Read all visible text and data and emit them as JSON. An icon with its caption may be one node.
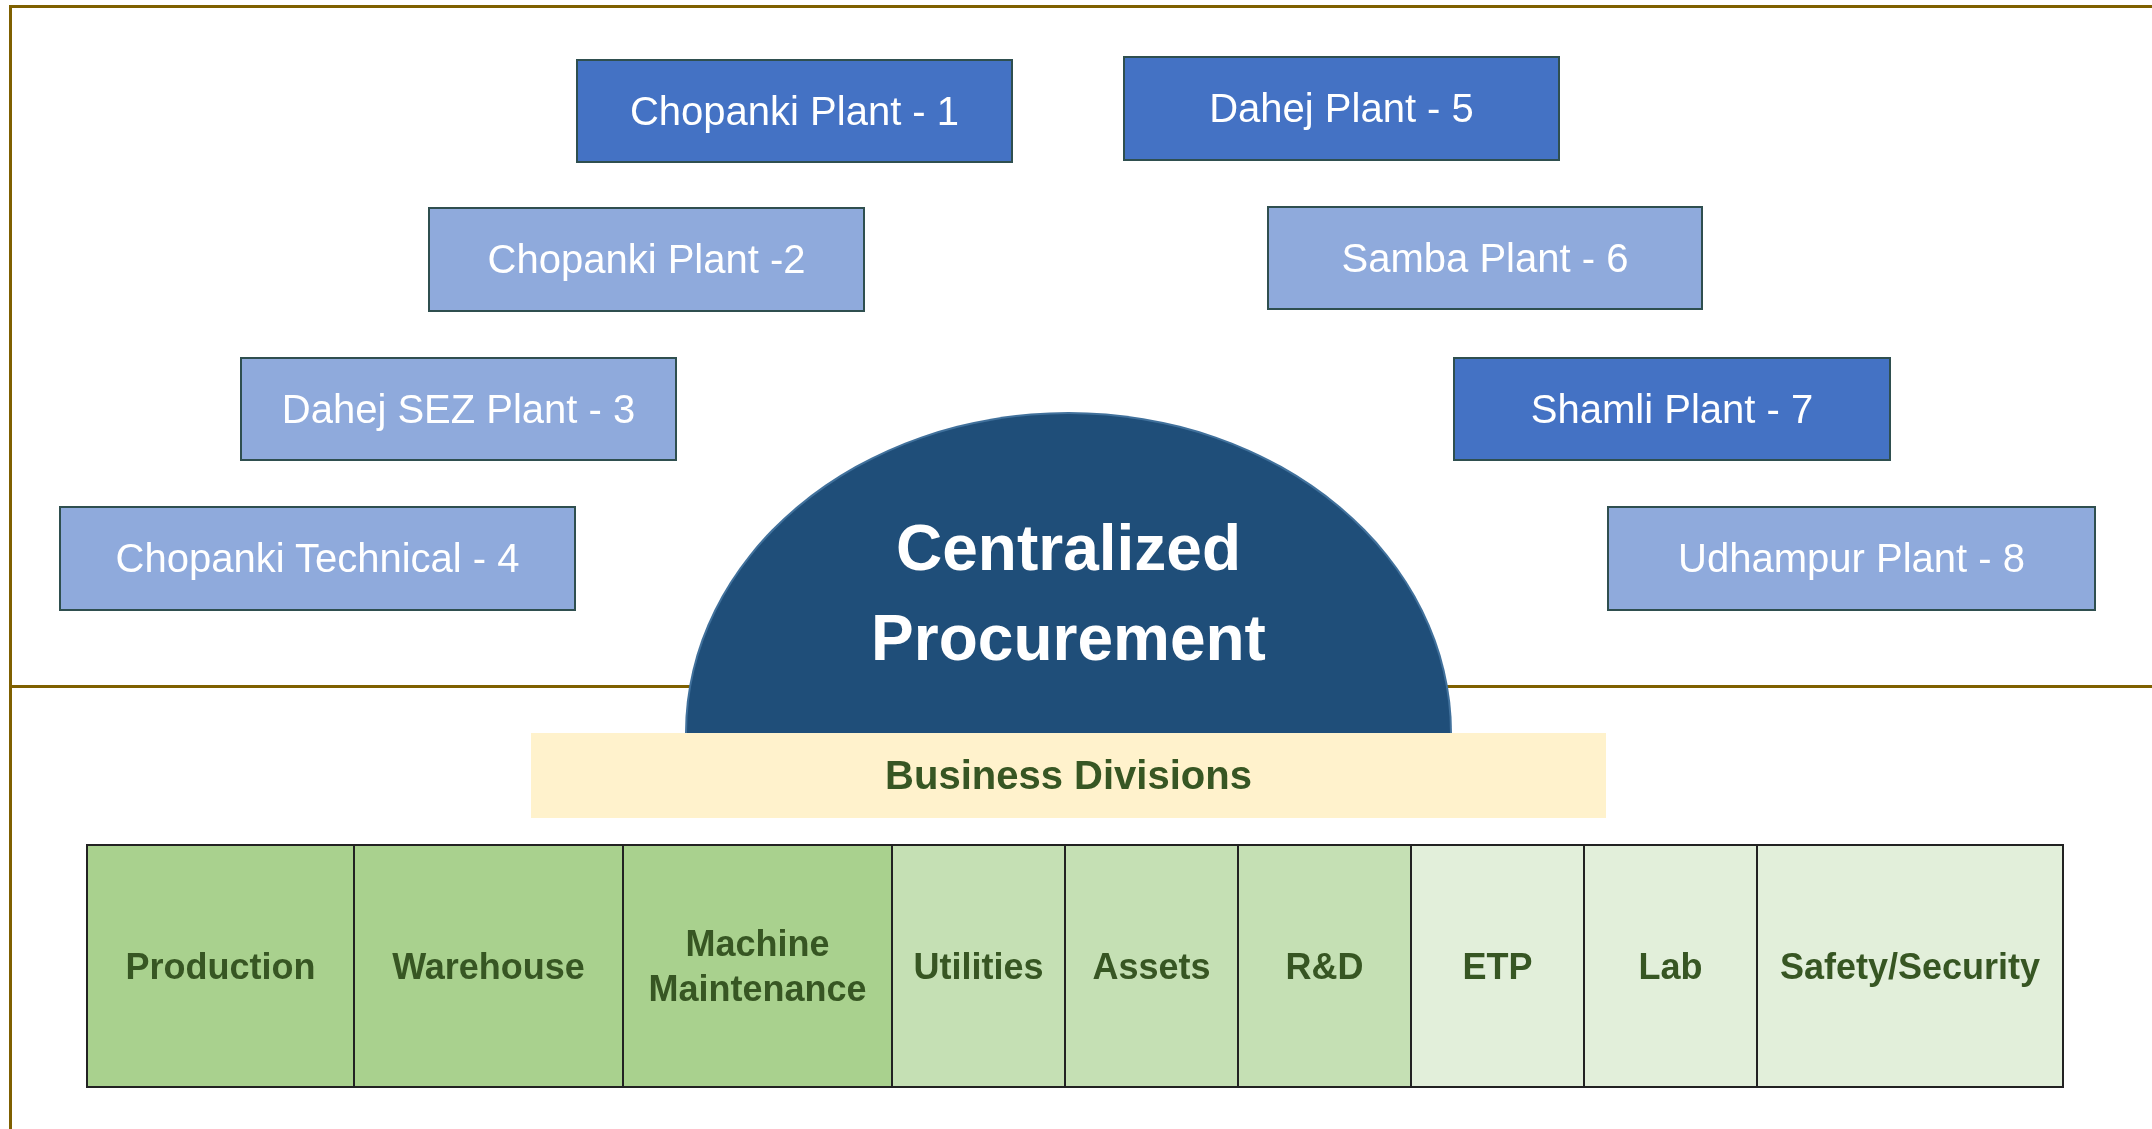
{
  "diagram": {
    "nodes": [
      {
        "text": [
          "Chopanki Plant - 1"
        ]
      },
      {
        "text": [
          "Dahej Plant - 5"
        ]
      },
      {
        "text": [
          "Chopanki Plant -2"
        ]
      },
      {
        "text": [
          "Samba Plant - 6"
        ]
      },
      {
        "text": [
          "Dahej SEZ Plant - 3"
        ]
      },
      {
        "text": [
          "Shamli Plant - 7"
        ]
      },
      {
        "text": [
          "Chopanki Technical - 4"
        ]
      },
      {
        "text": [
          "Udhampur Plant - 8"
        ]
      },
      {
        "text": [
          "Centralized Procurement"
        ]
      },
      {
        "text": [
          "Business Divisions"
        ]
      },
      {
        "text": [
          "Production"
        ]
      },
      {
        "text": [
          "Warehouse"
        ]
      },
      {
        "text": [
          "Machine Maintenance"
        ]
      },
      {
        "text": [
          "Utilities"
        ]
      },
      {
        "text": [
          "Assets"
        ]
      },
      {
        "text": [
          "R&D"
        ]
      },
      {
        "text": [
          "ETP"
        ]
      },
      {
        "text": [
          "Lab"
        ]
      },
      {
        "text": [
          "Safety/Security"
        ]
      }
    ]
  }
}
